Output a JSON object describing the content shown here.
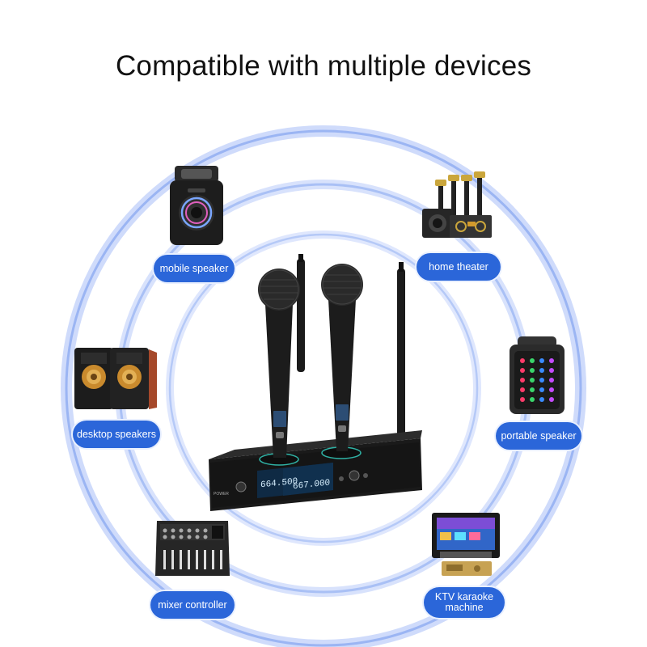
{
  "title": "Compatible with multiple devices",
  "brand_color": "#2b66d9",
  "devices": [
    {
      "label": "mobile speaker",
      "icon": "mobile-speaker-icon"
    },
    {
      "label": "home theater",
      "icon": "home-theater-icon"
    },
    {
      "label": "desktop speakers",
      "icon": "desktop-speakers-icon"
    },
    {
      "label": "portable speaker",
      "icon": "portable-speaker-icon"
    },
    {
      "label": "mixer controller",
      "icon": "mixer-controller-icon"
    },
    {
      "label": "KTV karaoke machine",
      "icon": "karaoke-machine-icon"
    }
  ],
  "receiver": {
    "freq_left": "664.500",
    "freq_right": "667.000",
    "power_label": "POWER"
  }
}
